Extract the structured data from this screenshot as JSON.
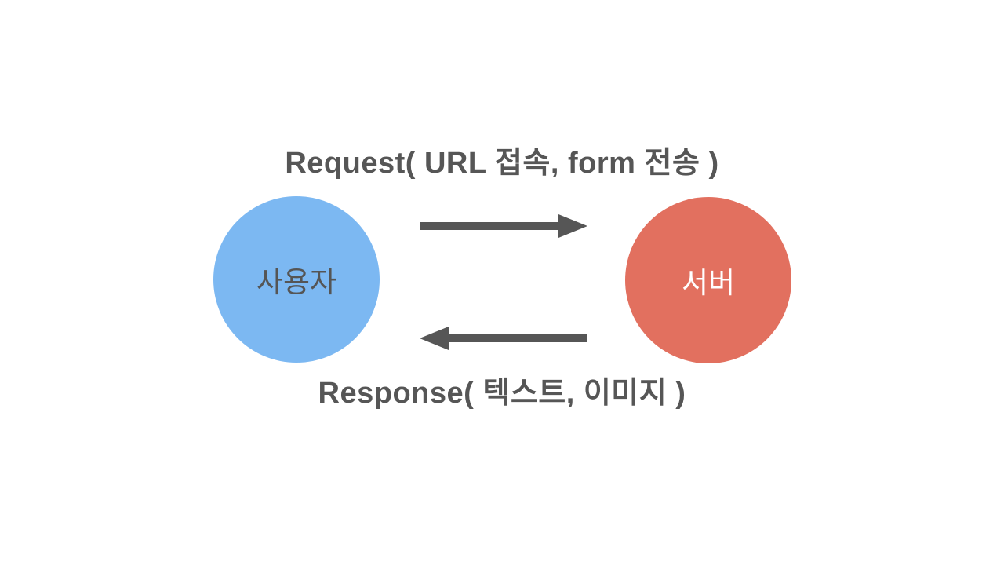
{
  "diagram": {
    "request_label": "Request( URL 접속, form 전송 )",
    "response_label": "Response( 텍스트, 이미지 )",
    "nodes": {
      "user": {
        "label": "사용자",
        "fill": "#7cb8f2",
        "text_color": "#555555"
      },
      "server": {
        "label": "서버",
        "fill": "#e2705f",
        "text_color": "#ffffff"
      }
    },
    "arrow_color": "#565656",
    "label_color": "#565656",
    "background": "#ffffff",
    "request_direction": "user-to-server",
    "response_direction": "server-to-user"
  }
}
